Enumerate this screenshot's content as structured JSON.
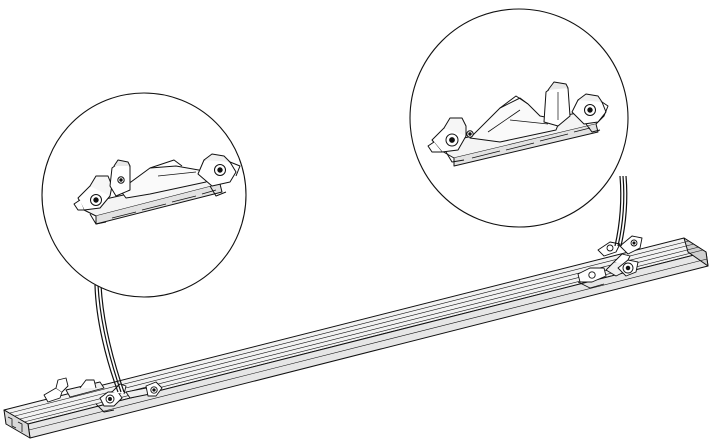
{
  "diagram": {
    "kind": "technical-line-illustration",
    "ink_color": "#111111",
    "fill_color": "#ffffff",
    "shade_color": "#d9d9d9",
    "components": {
      "rail": "aluminium-track-rail",
      "left_detail": "magnified-slider-bracket",
      "right_detail": "magnified-slider-bracket",
      "left_mounted_parts": "slider-bracket-on-rail",
      "right_mounted_parts": "slider-bracket-on-rail"
    }
  }
}
